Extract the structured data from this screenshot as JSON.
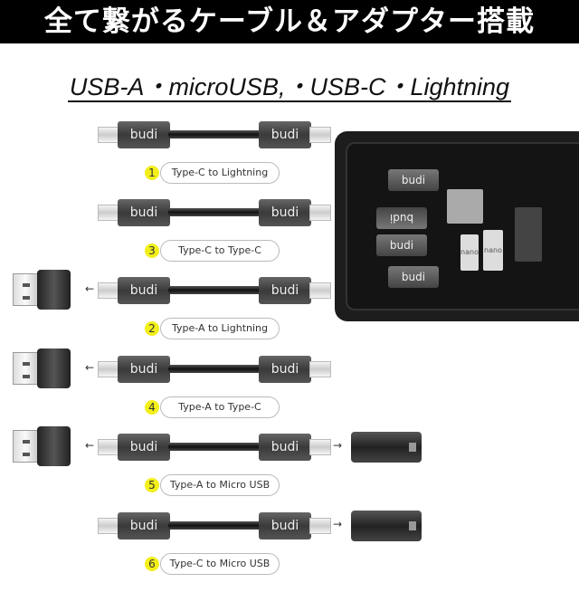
{
  "banner": {
    "title": "全て繋がるケーブル＆アダプター搭載"
  },
  "subtitle": "USB-A・microUSB,・USB-C・Lightning",
  "brand": "budi",
  "cables": [
    {
      "num": "1",
      "label": "Type-C to Lightning"
    },
    {
      "num": "3",
      "label": "Type-C to Type-C"
    },
    {
      "num": "2",
      "label": "Type-A to Lightning"
    },
    {
      "num": "4",
      "label": "Type-A to Type-C"
    },
    {
      "num": "5",
      "label": "Type-A to  Micro USB"
    },
    {
      "num": "6",
      "label": "Type-C to  Micro USB"
    }
  ],
  "case": {
    "sim_label": "nano"
  },
  "colors": {
    "number_badge": "#f2ef1a",
    "banner_bg": "#000000"
  }
}
